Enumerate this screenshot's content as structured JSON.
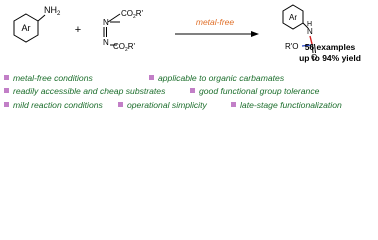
{
  "reactants": {
    "aniline": {
      "ring_label": "Ar",
      "substituent": "NH2"
    },
    "plus": "+",
    "azodicarboxylate": {
      "top_group": "CO2R'",
      "bottom_group": "CO2R'"
    }
  },
  "arrow": {
    "condition": "metal-free"
  },
  "product": {
    "ring_label": "Ar",
    "nh_label": "N",
    "h_label": "H",
    "alkoxy": "R'O",
    "carbonyl_o": "O"
  },
  "results": {
    "examples": "56 examples",
    "yield": "up to 94% yield"
  },
  "features": [
    "metal-free conditions",
    "applicable to organic carbamates",
    "readily accessible and cheap substrates",
    "good functional group tolerance",
    "mild reaction conditions",
    "operational simplicity",
    "late-stage functionalization"
  ],
  "colors": {
    "arrow_label": "#e0702a",
    "feature_text": "#1c6e2c",
    "bullet": "#c27fc7",
    "bond_red": "#d42020",
    "bond_blue": "#2040c0"
  }
}
